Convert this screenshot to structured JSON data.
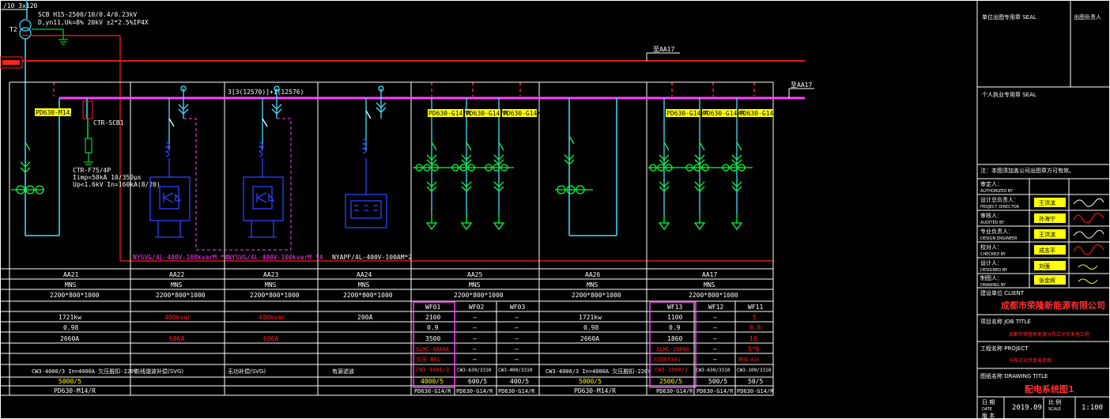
{
  "transformer": {
    "cable_spec": "/10 3x120",
    "label": "T2",
    "spec_line1": "SCB H15-2500/10/0.4/0.23kV",
    "spec_line2": "D,yn11,Uk=8% 20kV ±2*2.5%IP4X"
  },
  "incoming": {
    "breaker_label": "PD630-M14/R",
    "ct_label": "CTR-SCB1",
    "surge_label1": "CTR-F75/4P",
    "surge_label2": "Iimp=50kA 10/350μs",
    "surge_label3": "Up<1.6kV In=160kA(8/20)"
  },
  "bus": {
    "main_label": "3[3(12570)]+1(12576)",
    "aa17_label_top": "至AA17",
    "aa17_label_right": "至AA17"
  },
  "panels": [
    {
      "id": "AA21",
      "type": "MNS",
      "size": "2200*800*1000",
      "rated": "1721kw",
      "pf": "0.98",
      "current": "2660A",
      "breaker": "CW3-4000/3 In=4000A 欠压脱扣-220V",
      "ct": "5000/5",
      "branch": "PD630-M14/R"
    },
    {
      "id": "AA22",
      "type": "MNS",
      "size": "2200*800*1000",
      "rated": "400kvar",
      "pf": "",
      "current": "606A",
      "breaker": "防线谐波补偿(SVG)",
      "ct": "",
      "branch": "",
      "desc": "NYSVG/4L-400V-100kvarM *4"
    },
    {
      "id": "AA23",
      "type": "MNS",
      "size": "2200*800*1000",
      "rated": "400kvar",
      "pf": "",
      "current": "606A",
      "breaker": "无功补偿(SVG)",
      "ct": "",
      "branch": "",
      "desc": "NYSVG/4L-400V-100kvarM *4"
    },
    {
      "id": "AA24",
      "type": "MNS",
      "size": "2200*800*1000",
      "rated": "200A",
      "pf": "",
      "current": "",
      "breaker": "有源滤波",
      "ct": "",
      "branch": "",
      "desc": "NYAPF/4L-400V-100AM*2"
    },
    {
      "id": "AA25",
      "type": "MNS",
      "size": "2200*800*1000"
    },
    {
      "id": "AA26",
      "type": "MNS",
      "size": "2200*800*1000",
      "rated": "1721kw",
      "pf": "0.98",
      "current": "2660A",
      "breaker": "CW3-4000/3 In=4000A 欠压脱扣-220V",
      "ct": "5000/5",
      "branch": "PD630-M14/R"
    },
    {
      "id": "AA17",
      "type": "MNS",
      "size": "2200*800*1000"
    }
  ],
  "feeders_left": [
    {
      "name": "WF01",
      "rated": "2100",
      "pf": "0.9",
      "current": "3500",
      "breaker": "XLMC-4000A",
      "extra": "欠压 B01",
      "ct": "4000/5",
      "branch": "PD630-G14/R",
      "ct_small": "CW3-4000/3"
    },
    {
      "name": "WF02",
      "rated": "–",
      "pf": "–",
      "current": "–",
      "breaker": "–",
      "extra": "–",
      "ct": "600/5",
      "branch": "PD630-G14/R",
      "ct_small": "CW3-630/3310"
    },
    {
      "name": "WF03",
      "rated": "–",
      "pf": "–",
      "current": "–",
      "breaker": "–",
      "extra": "–",
      "ct": "400/5",
      "branch": "PD630-G14/R",
      "ct_small": "CW3-400/3310"
    }
  ],
  "feeders_right": [
    {
      "name": "WF13",
      "rated": "1100",
      "pf": "0.9",
      "current": "1860",
      "breaker": "XLMC-2000A",
      "extra": "欠压脱扣B01",
      "ct": "2500/5",
      "branch": "PD630-G14/R",
      "ct_small": "CW3-2500/3"
    },
    {
      "name": "WF12",
      "rated": "–",
      "pf": "–",
      "current": "–",
      "breaker": "–",
      "extra": "–",
      "ct": "500/5",
      "branch": "PD630-G14/R",
      "ct_small": "CW3-630/3310"
    },
    {
      "name": "WF11",
      "rated": "5",
      "pf": "0.8",
      "current": "10",
      "breaker": "5*6",
      "extra": "耕线/A16",
      "ct": "50/5",
      "branch": "PD630-G14/R",
      "ct_small": "CW3-100/3310"
    }
  ],
  "bus_breaker_labels_left": [
    "PD630-G14/R",
    "PD630-G14/R",
    "PD630-G14/R"
  ],
  "bus_breaker_labels_right": [
    "PD630-G14/R",
    "PD630-G14/R",
    "PD630-G14/R"
  ],
  "title_block": {
    "seal_unit": "单位出图专用章 SEAL",
    "seal_responsible": "出图负责人",
    "seal_personal": "个人执业专用章 SEAL",
    "note": "注：本图须加盖公司出图章方可有效。",
    "rows": [
      {
        "cn": "审定人：",
        "en": "AUTHORIZED BY",
        "name": ""
      },
      {
        "cn": "设计总负责人：",
        "en": "PROJECT DIRECTOR",
        "name": "王洪滨"
      },
      {
        "cn": "审核人：",
        "en": "AUDITED BY",
        "name": "孙海宁"
      },
      {
        "cn": "专业负责人：",
        "en": "DESIGN ENGINEER",
        "name": "王洪滨"
      },
      {
        "cn": "校对人：",
        "en": "CHECKED BY",
        "name": "成志平"
      },
      {
        "cn": "设计人：",
        "en": "DESIGNED BY",
        "name": "刘强"
      },
      {
        "cn": "制图人：",
        "en": "DRAWING BY",
        "name": "张金辉"
      }
    ],
    "client_label": "建设单位 CLIENT",
    "client": "成都市荣隆新能源有限公司",
    "project_title_label": "项目名称 JOB TITLE",
    "project_title": "成都市荣隆新能源分布式光伏发电工程",
    "project_label": "工程名称 PROJECT",
    "project": "分布式光伏发电项目",
    "drawing_title_label": "图纸名称 DRAWING TITLE",
    "drawing_title": "配电系统图1",
    "date_label": "日 期",
    "date_en": "DATE",
    "date": "2019.09",
    "scale_label": "比 例",
    "scale_en": "SCALE",
    "scale": "1:100",
    "version_label": "版 本"
  },
  "colors": {
    "red": "#ff2020",
    "magenta": "#ff40ff",
    "cyan": "#40e0ff",
    "green": "#00ff40",
    "blue": "#3040ff",
    "yellow": "#ffff00",
    "white": "#ffffff"
  }
}
